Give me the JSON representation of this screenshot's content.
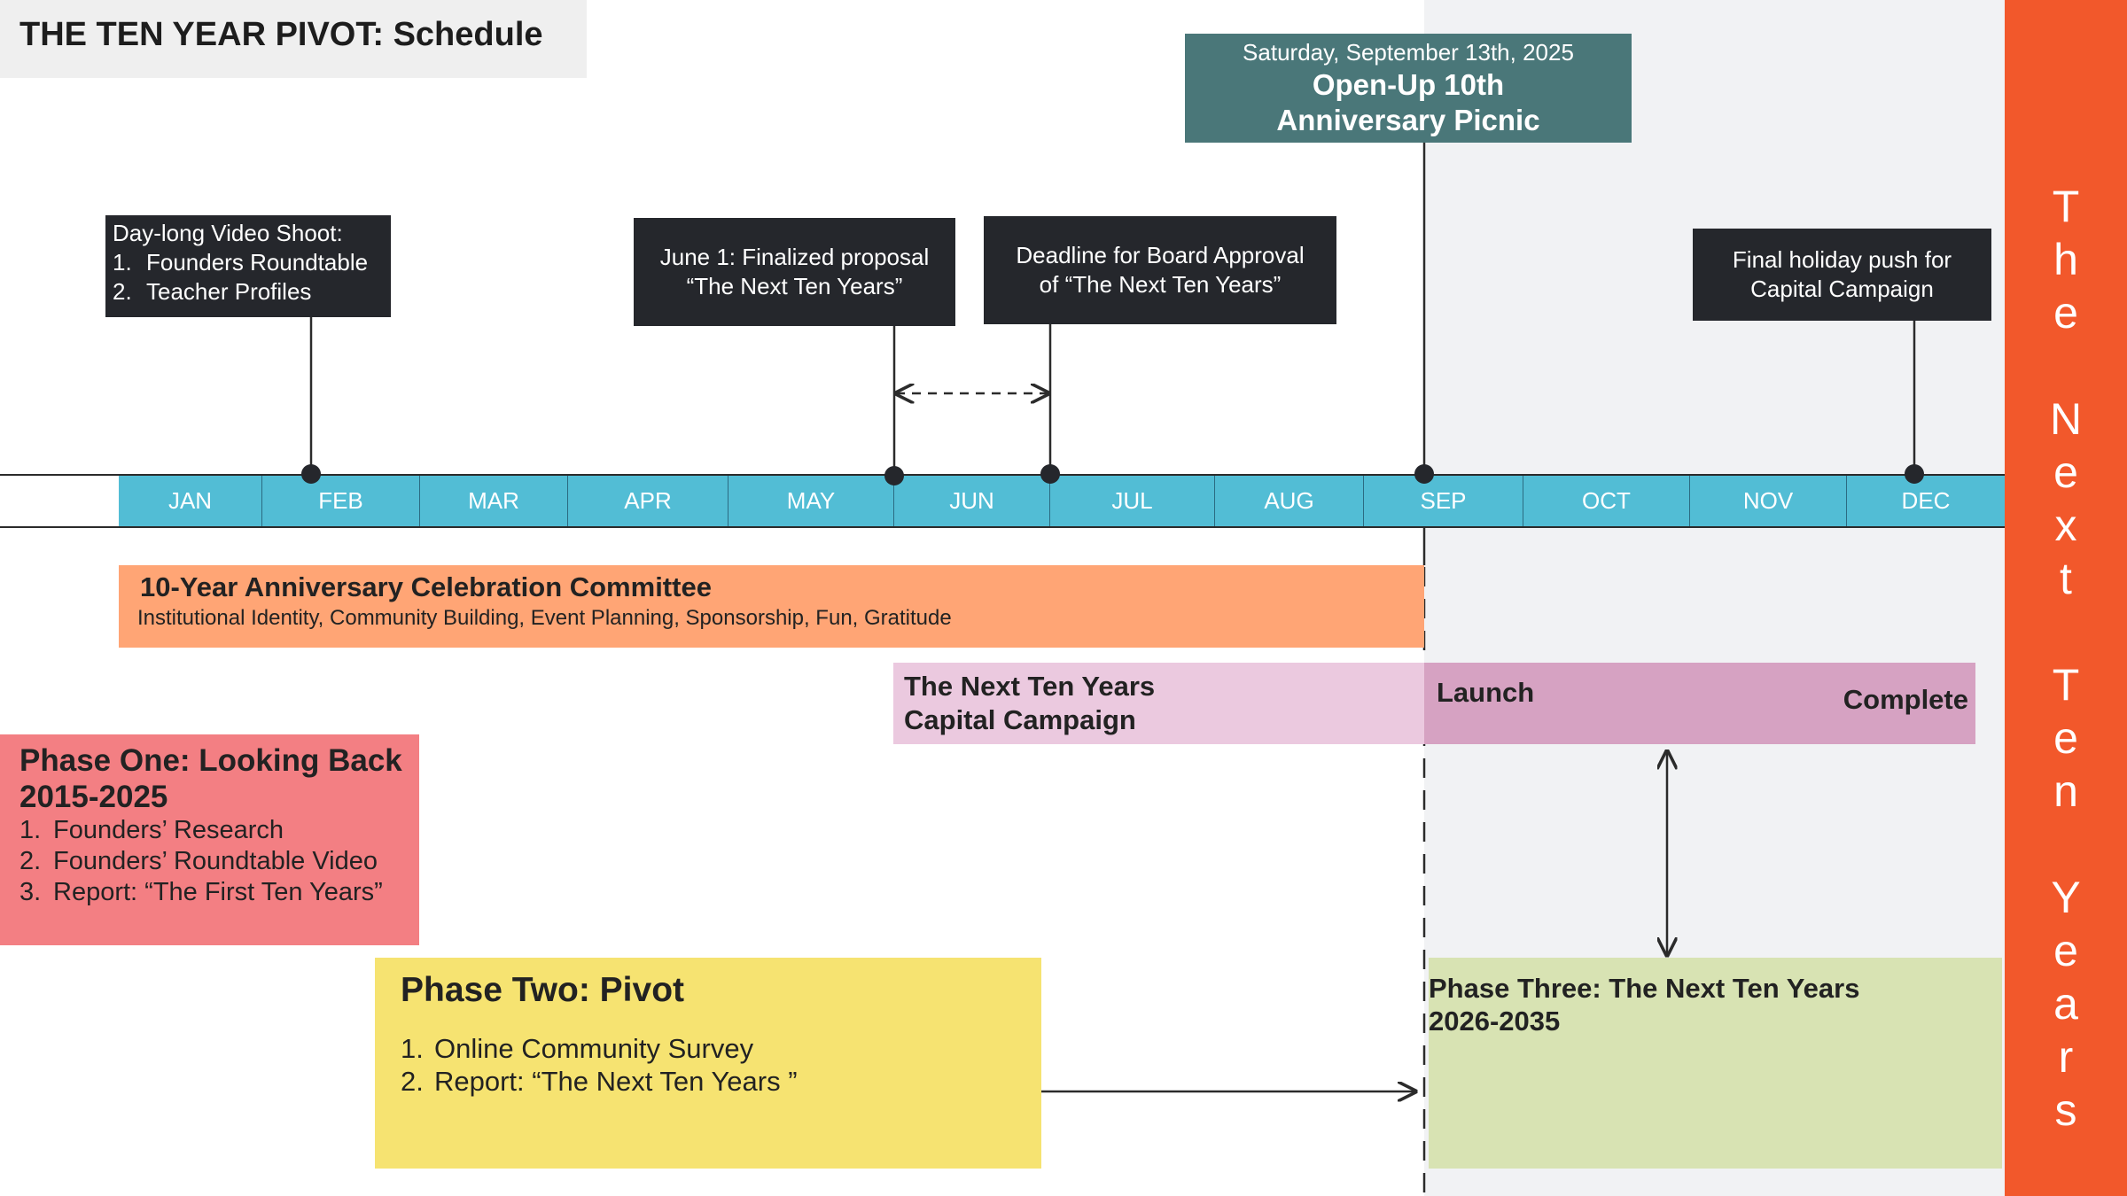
{
  "title": "THE TEN YEAR PIVOT: Schedule",
  "banner": "The Next Ten Years",
  "event": {
    "date": "Saturday, September 13th, 2025",
    "name_line1": "Open-Up 10th",
    "name_line2": "Anniversary Picnic"
  },
  "callouts": {
    "video": {
      "title": "Day-long Video Shoot:",
      "items": [
        {
          "num": "1.",
          "text": "Founders Roundtable"
        },
        {
          "num": "2.",
          "text": "Teacher Profiles"
        }
      ]
    },
    "june": {
      "line1": "June 1: Finalized proposal",
      "line2": "“The Next Ten Years”"
    },
    "board": {
      "line1": "Deadline for Board Approval",
      "line2": "of “The Next Ten Years”"
    },
    "holiday": {
      "line1": "Final holiday push for",
      "line2": "Capital Campaign"
    }
  },
  "months": [
    "JAN",
    "FEB",
    "MAR",
    "APR",
    "MAY",
    "JUN",
    "JUL",
    "AUG",
    "SEP",
    "OCT",
    "NOV",
    "DEC"
  ],
  "committee": {
    "title": "10-Year Anniversary Celebration Committee",
    "subtitle": "Institutional Identity, Community Building, Event Planning, Sponsorship, Fun, Gratitude"
  },
  "campaign": {
    "title_line1": "The Next Ten Years",
    "title_line2": "Capital Campaign",
    "launch": "Launch",
    "complete": "Complete"
  },
  "phase1": {
    "title_line1": "Phase One: Looking Back",
    "title_line2": "2015-2025",
    "items": [
      {
        "num": "1.",
        "text": "Founders’ Research"
      },
      {
        "num": "2.",
        "text": "Founders’ Roundtable Video"
      },
      {
        "num": "3.",
        "text": "Report: “The First Ten Years”"
      }
    ]
  },
  "phase2": {
    "title": "Phase Two: Pivot",
    "items": [
      {
        "num": "1.",
        "text": "Online Community Survey"
      },
      {
        "num": "2.",
        "text": "Report: “The Next Ten Years ”"
      }
    ]
  },
  "phase3": {
    "title_line1": "Phase Three: The Next Ten Years",
    "title_line2": "2026-2035"
  },
  "colors": {
    "axis": "#52bdd5",
    "banner": "#f2582b",
    "event": "#4a7779",
    "callout": "#25272c",
    "committee": "#ffa575",
    "campaign_light": "#ebc9df",
    "campaign_dark": "#d6a2c2",
    "phase1": "#f37f83",
    "phase2": "#f6e371",
    "phase3": "#d8e3b3"
  }
}
